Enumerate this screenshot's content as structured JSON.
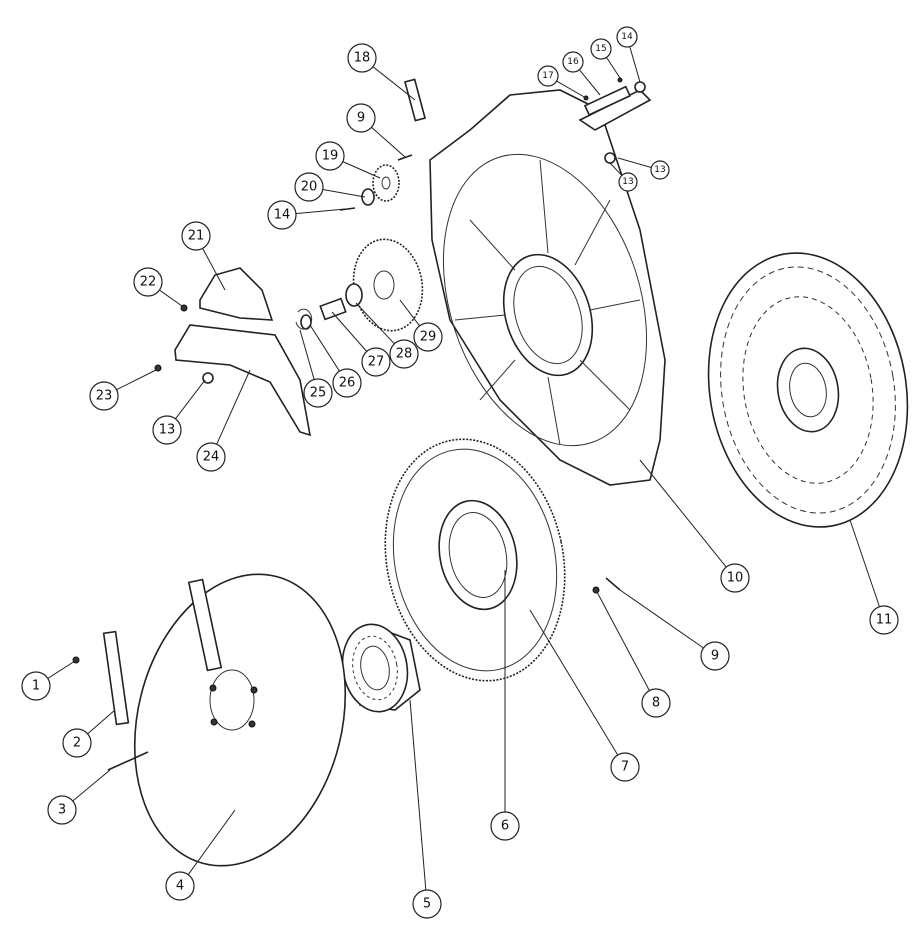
{
  "diagram": {
    "title": "Exploded parts view",
    "callouts": [
      {
        "label": "18"
      },
      {
        "label": "14"
      },
      {
        "label": "15"
      },
      {
        "label": "16"
      },
      {
        "label": "17"
      },
      {
        "label": "9"
      },
      {
        "label": "13"
      },
      {
        "label": "13"
      },
      {
        "label": "19"
      },
      {
        "label": "20"
      },
      {
        "label": "14"
      },
      {
        "label": "21"
      },
      {
        "label": "22"
      },
      {
        "label": "23"
      },
      {
        "label": "13"
      },
      {
        "label": "24"
      },
      {
        "label": "25"
      },
      {
        "label": "26"
      },
      {
        "label": "27"
      },
      {
        "label": "28"
      },
      {
        "label": "29"
      },
      {
        "label": "10"
      },
      {
        "label": "11"
      },
      {
        "label": "9"
      },
      {
        "label": "8"
      },
      {
        "label": "7"
      },
      {
        "label": "6"
      },
      {
        "label": "5"
      },
      {
        "label": "4"
      },
      {
        "label": "3"
      },
      {
        "label": "2"
      },
      {
        "label": "1"
      }
    ]
  }
}
